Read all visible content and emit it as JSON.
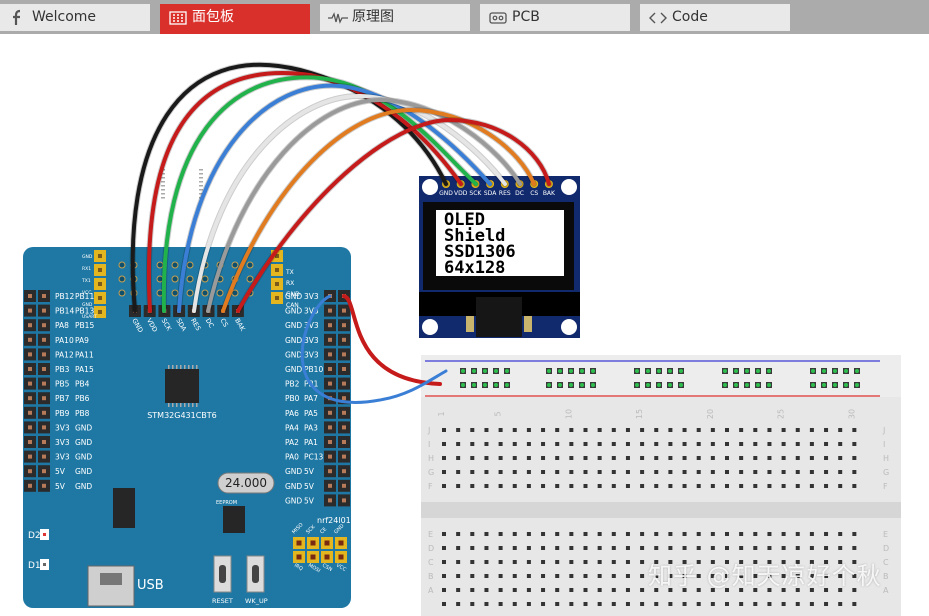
{
  "tabs": [
    {
      "label": "Welcome",
      "icon": "fritzing-logo-icon",
      "active": false
    },
    {
      "label": "面包板",
      "icon": "breadboard-icon",
      "active": true
    },
    {
      "label": "原理图",
      "icon": "schematic-icon",
      "active": false
    },
    {
      "label": "PCB",
      "icon": "pcb-icon",
      "active": false
    },
    {
      "label": "Code",
      "icon": "code-icon",
      "active": false
    }
  ],
  "oled": {
    "pins": [
      "GND",
      "VDD",
      "SCK",
      "SDA",
      "RES",
      "DC",
      "CS",
      "BAK"
    ],
    "lines": [
      "OLED",
      "Shield",
      "SSD1306",
      "64x128"
    ]
  },
  "board": {
    "chip": "STM32G431CBT6",
    "crystal": "24.000",
    "usb": "USB",
    "reset": "RESET",
    "wkup": "WK_UP",
    "nrf": "nrf24l01",
    "eeprom": "EEPROM",
    "d2": "D2",
    "d1": "D1",
    "gnd_top": "GND",
    "left_labels": [
      [
        "PB12",
        "PB11"
      ],
      [
        "PB14",
        "PB13"
      ],
      [
        "PA8",
        "PB15"
      ],
      [
        "PA10",
        "PA9"
      ],
      [
        "PA12",
        "PA11"
      ],
      [
        "PB3",
        "PA15"
      ],
      [
        "PB5",
        "PB4"
      ],
      [
        "PB7",
        "PB6"
      ],
      [
        "PB9",
        "PB8"
      ],
      [
        "3V3",
        "GND"
      ],
      [
        "3V3",
        "GND"
      ],
      [
        "3V3",
        "GND"
      ],
      [
        "5V",
        "GND"
      ],
      [
        "5V",
        "GND"
      ]
    ],
    "right_labels": [
      [
        "GND",
        "3V3"
      ],
      [
        "GND",
        "3V3"
      ],
      [
        "GND",
        "3V3"
      ],
      [
        "GND",
        "3V3"
      ],
      [
        "GND",
        "3V3"
      ],
      [
        "GND",
        "PB10"
      ],
      [
        "PB2",
        "PB1"
      ],
      [
        "PB0",
        "PA7"
      ],
      [
        "PA6",
        "PA5"
      ],
      [
        "PA4",
        "PA3"
      ],
      [
        "PA2",
        "PA1"
      ],
      [
        "PA0",
        "PC13"
      ],
      [
        "GND",
        "5V"
      ],
      [
        "GND",
        "5V"
      ],
      [
        "GND",
        "5V"
      ]
    ],
    "header_pins": [
      "GND",
      "VDD",
      "SCK",
      "SDA",
      "RES",
      "DC",
      "CS",
      "BAK"
    ],
    "top_left_labels": [
      "GND",
      "RX1",
      "TX1",
      "VCC",
      "GND",
      "USART"
    ],
    "top_right_labels": [
      "TX",
      "RX",
      "GND",
      "CAN"
    ],
    "nrf_pins_top": [
      "MISO",
      "SCK",
      "CE",
      "GND"
    ],
    "nrf_pins_bottom": [
      "IRQ",
      "MOSI",
      "CSN",
      "VCC"
    ]
  },
  "breadboard": {
    "col_numbers": [
      "1",
      "5",
      "10",
      "15",
      "20",
      "25",
      "30"
    ],
    "row_letters_top": [
      "J",
      "I",
      "H",
      "G",
      "F"
    ],
    "row_letters_bottom": [
      "E",
      "D",
      "C",
      "B",
      "A"
    ]
  },
  "wires": [
    {
      "name": "gnd-wire",
      "color": "#1a1a1a"
    },
    {
      "name": "vdd-wire",
      "color": "#c61b1b"
    },
    {
      "name": "sck-wire",
      "color": "#22b24c"
    },
    {
      "name": "sda-wire",
      "color": "#3a7fd5"
    },
    {
      "name": "res-wire",
      "color": "#e5e5e5"
    },
    {
      "name": "dc-wire",
      "color": "#9a9a9a"
    },
    {
      "name": "cs-wire",
      "color": "#e07b20"
    },
    {
      "name": "bak-wire",
      "color": "#c61b1b"
    }
  ],
  "colors": {
    "board": "#1f78a4",
    "tab_active": "#d9302c"
  },
  "watermark": "知乎 @知天凉好个秋"
}
